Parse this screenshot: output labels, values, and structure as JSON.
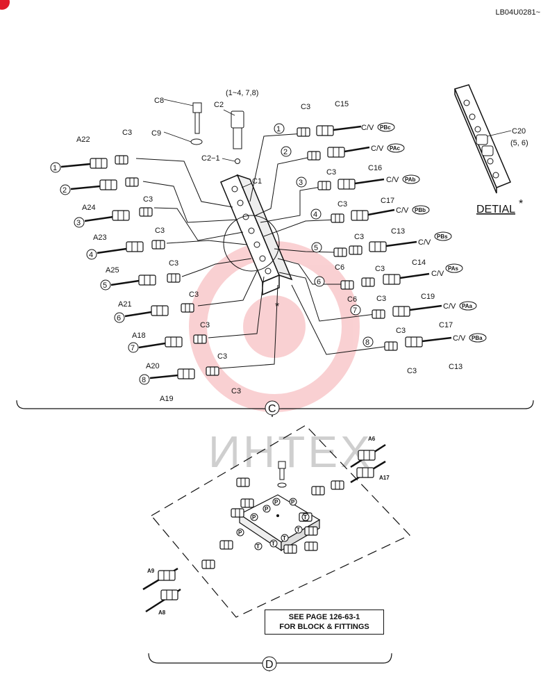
{
  "doc_code": "LB04U0281~",
  "watermark": "ИНТЕХ",
  "section_c": {
    "marker": "C",
    "top_labels": {
      "c8": "C8",
      "c9": "C9",
      "c2": "C2",
      "c2_qty": "(1~4, 7,8)",
      "c2_1": "C2−1",
      "c1": "C1",
      "star": "*"
    },
    "left_ports": [
      {
        "num": "1",
        "hose": "A22",
        "fit": "C3"
      },
      {
        "num": "2",
        "hose": "A24",
        "fit": "C3"
      },
      {
        "num": "3",
        "hose": "A23",
        "fit": "C3"
      },
      {
        "num": "4",
        "hose": "A25",
        "fit": "C3"
      },
      {
        "num": "5",
        "hose": "A21",
        "fit": "C3"
      },
      {
        "num": "6",
        "hose": "A18",
        "fit": "C3"
      },
      {
        "num": "7",
        "hose": "A20",
        "fit": "C3"
      },
      {
        "num": "8",
        "hose": "A19",
        "fit": "C3"
      }
    ],
    "right_ports": [
      {
        "num": "1",
        "fit": "C3",
        "hose": "C15",
        "cv": "C/V",
        "port": "PBc"
      },
      {
        "num": "2",
        "fit": "C3",
        "hose": "C16",
        "cv": "C/V",
        "port": "PAc"
      },
      {
        "num": "3",
        "fit": "C3",
        "hose": "C17",
        "cv": "C/V",
        "port": "PAb"
      },
      {
        "num": "4",
        "fit": "C3",
        "hose": "C13",
        "cv": "C/V",
        "port": "PBb"
      },
      {
        "num": "5",
        "fit": "C3",
        "hose": "C14",
        "cv": "C/V",
        "port": "PBs",
        "extra": "C6"
      },
      {
        "num": "6",
        "fit": "C3",
        "hose": "C19",
        "cv": "C/V",
        "port": "PAs",
        "extra": "C6"
      },
      {
        "num": "7",
        "fit": "C3",
        "hose": "C17",
        "cv": "C/V",
        "port": "PAa"
      },
      {
        "num": "8",
        "fit": "C3",
        "hose": "C13",
        "cv": "C/V",
        "port": "PBa"
      }
    ],
    "detail": {
      "title": "DETIAL",
      "star": "*",
      "part": "C20",
      "qty": "(5, 6)"
    }
  },
  "section_d": {
    "marker": "D",
    "labels": {
      "a6": "A6",
      "a17": "A17",
      "a9": "A9",
      "a8": "A8",
      "p": "P",
      "t": "T"
    },
    "note_line1": "SEE PAGE 126-63-1",
    "note_line2": "FOR BLOCK & FITTINGS"
  }
}
